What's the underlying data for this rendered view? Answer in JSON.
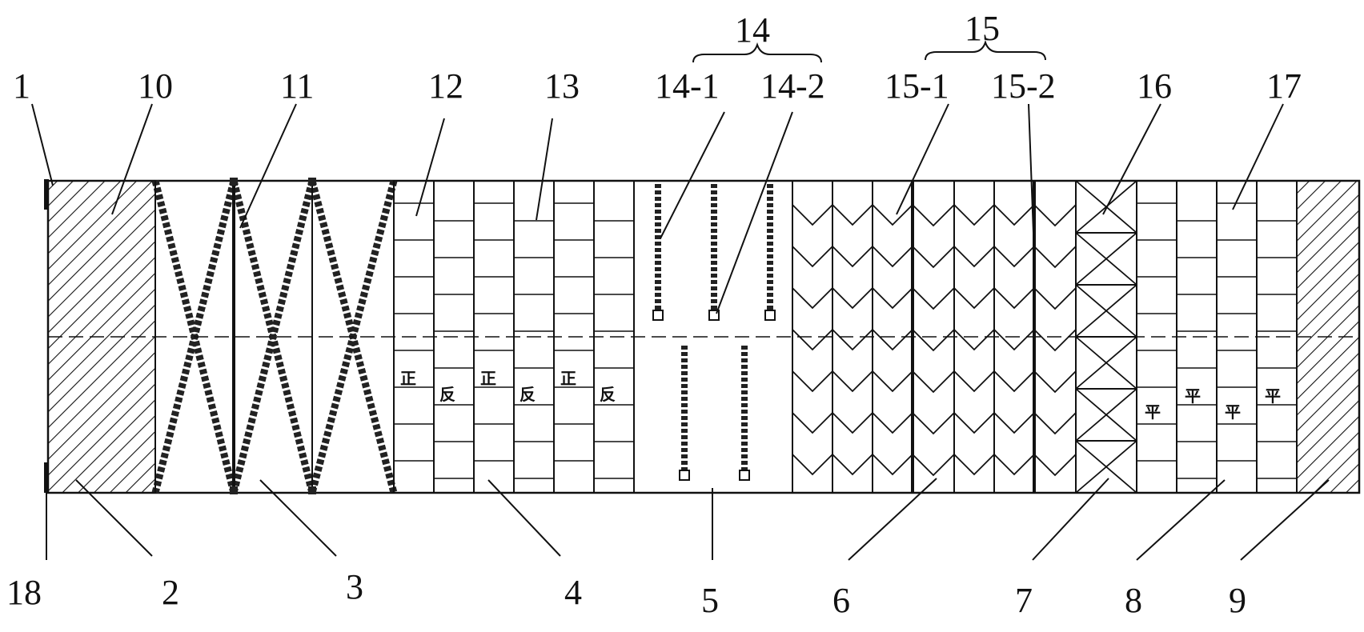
{
  "labels": {
    "l1": "1",
    "l2": "2",
    "l3": "3",
    "l4": "4",
    "l5": "5",
    "l6": "6",
    "l7": "7",
    "l8": "8",
    "l9": "9",
    "l10": "10",
    "l11": "11",
    "l12": "12",
    "l13": "13",
    "l14": "14",
    "l14_1": "14-1",
    "l14_2": "14-2",
    "l15": "15",
    "l15_1": "15-1",
    "l15_2": "15-2",
    "l16": "16",
    "l17": "17",
    "l18": "18"
  },
  "section4_marks": [
    "正",
    "反",
    "正",
    "反",
    "正",
    "反"
  ],
  "section8_marks": [
    "平",
    "平",
    "平",
    "平"
  ],
  "colors": {
    "stroke": "#111111",
    "background": "#ffffff"
  }
}
